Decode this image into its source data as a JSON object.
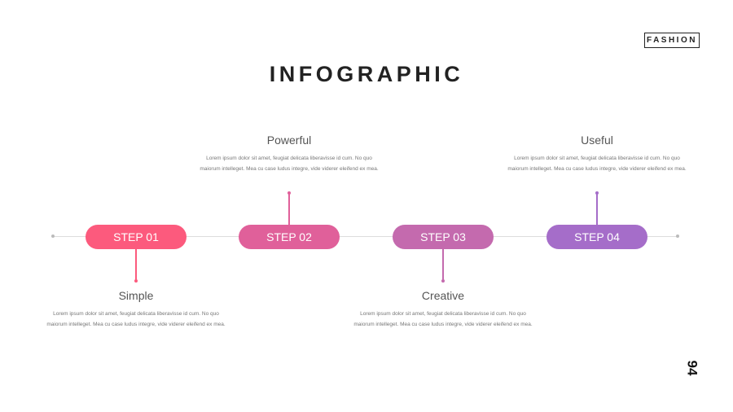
{
  "badge": "FASHION",
  "title": "INFOGRAPHIC",
  "page_number": "94",
  "steps": [
    {
      "label": "STEP 01",
      "heading": "Simple",
      "text": "Lorem ipsum dolor sit amet, feugiat delicata liberavisse id cum. No quo maiorum intelleget. Mea cu case ludus integre, vide viderer eleifend ex mea.",
      "color": "#fc5a7d"
    },
    {
      "label": "STEP 02",
      "heading": "Powerful",
      "text": "Lorem ipsum dolor sit amet, feugiat delicata liberavisse id cum. No quo maiorum intelleget. Mea cu case ludus integre, vide viderer eleifend ex mea.",
      "color": "#e0609a"
    },
    {
      "label": "STEP 03",
      "heading": "Creative",
      "text": "Lorem ipsum dolor sit amet, feugiat delicata liberavisse id cum. No quo maiorum intelleget. Mea cu case ludus integre, vide viderer eleifend ex mea.",
      "color": "#c46aae"
    },
    {
      "label": "STEP 04",
      "heading": "Useful",
      "text": "Lorem ipsum dolor sit amet, feugiat delicata liberavisse id cum. No quo maiorum intelleget. Mea cu case ludus integre, vide viderer eleifend ex mea.",
      "color": "#a56dc9"
    }
  ]
}
